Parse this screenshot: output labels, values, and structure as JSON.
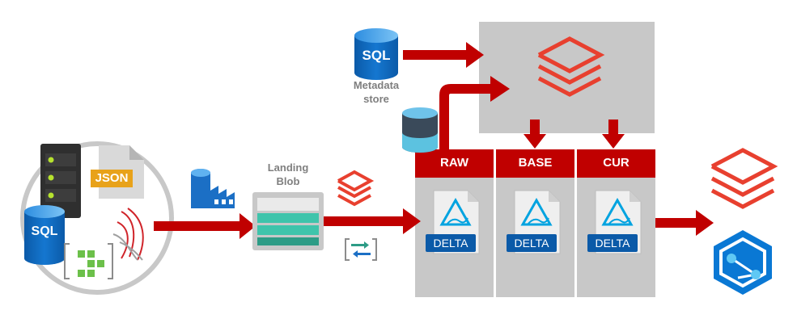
{
  "labels": {
    "metadata_line1": "Metadata",
    "metadata_line2": "store",
    "landing_line1": "Landing",
    "landing_line2": "Blob",
    "sql": "SQL",
    "json": "JSON",
    "delta": "DELTA"
  },
  "layers": [
    "RAW",
    "BASE",
    "CUR"
  ],
  "colors": {
    "arrow": "#c00000",
    "header": "#c00000",
    "panel": "#c8c8c8",
    "sql_blue": "#0f6cbd",
    "databricks": "#e8402f",
    "synapse": "#0a78d4"
  }
}
